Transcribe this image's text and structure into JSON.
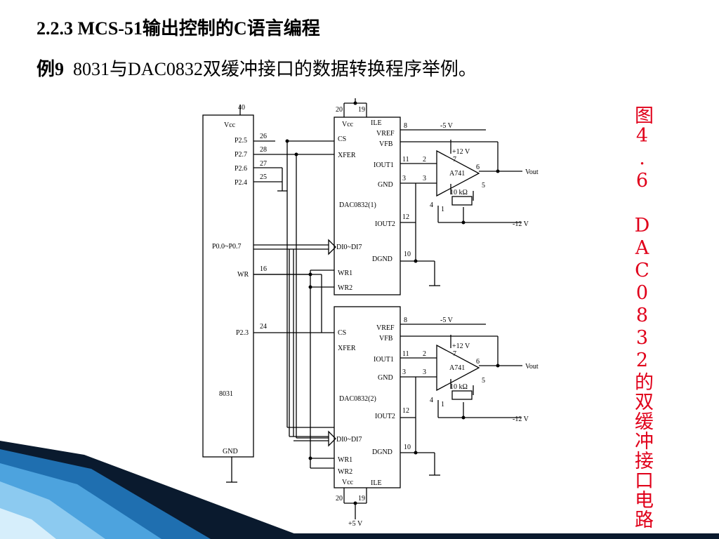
{
  "slide": {
    "title": "2.2.3  MCS-51输出控制的C语言编程",
    "example_label": "例9",
    "example_text": "8031与DAC0832双缓冲接口的数据转换程序举例。",
    "caption": "图4.6 DAC0832的双缓冲接口电路"
  },
  "diagram": {
    "mcu": {
      "name": "8031",
      "vcc": "Vcc",
      "gnd": "GND",
      "vcc_pin": "40",
      "pins": [
        {
          "name": "P2.5",
          "num": "26"
        },
        {
          "name": "P2.7",
          "num": "28"
        },
        {
          "name": "P2.6",
          "num": "27"
        },
        {
          "name": "P2.4",
          "num": "25"
        },
        {
          "name": "P0.0~P0.7",
          "num": ""
        },
        {
          "name": "WR",
          "num": "16"
        },
        {
          "name": "P2.3",
          "num": "24"
        }
      ]
    },
    "dac1": {
      "name": "DAC0832(1)",
      "pin20": "20",
      "pin19": "19",
      "vcc": "Vcc",
      "ile": "ILE",
      "cs": "CS",
      "xfer": "XFER",
      "di": "DI0~DI7",
      "wr1": "WR1",
      "wr2": "WR2",
      "vref": "VREF",
      "vfb": "VFB",
      "iout1": "IOUT1",
      "gnd": "GND",
      "iout2": "IOUT2",
      "dgnd": "DGND",
      "n8": "8",
      "n11": "11",
      "n3": "3",
      "n12": "12",
      "n10": "10",
      "amp": "A741",
      "amp_pins": [
        "2",
        "3",
        "7",
        "6",
        "4",
        "5",
        "1"
      ],
      "res": "10 kΩ",
      "vpos": "+12 V",
      "vneg": "-12 V",
      "vref_supply": "-5 V",
      "vout": "Vout"
    },
    "dac2": {
      "name": "DAC0832(2)",
      "pin20": "20",
      "pin19": "19",
      "vcc": "Vcc",
      "ile": "ILE",
      "cs": "CS",
      "xfer": "XFER",
      "di": "DI0~DI7",
      "wr1": "WR1",
      "wr2": "WR2",
      "vref": "VREF",
      "vfb": "VFB",
      "iout1": "IOUT1",
      "gnd": "GND",
      "iout2": "IOUT2",
      "dgnd": "DGND",
      "n8": "8",
      "n11": "11",
      "n3": "3",
      "n12": "12",
      "n10": "10",
      "amp": "A741",
      "amp_pins": [
        "2",
        "3",
        "7",
        "6",
        "4",
        "5",
        "1"
      ],
      "res": "10 kΩ",
      "vpos": "+12 V",
      "vneg": "-12 V",
      "vref_supply": "-5 V",
      "vout": "Vout",
      "supply": "+5 V"
    }
  },
  "theme": {
    "caption_color": "#e0001a",
    "accent_dark": "#0a1a2e",
    "accent_blue": "#1f6fb0"
  }
}
